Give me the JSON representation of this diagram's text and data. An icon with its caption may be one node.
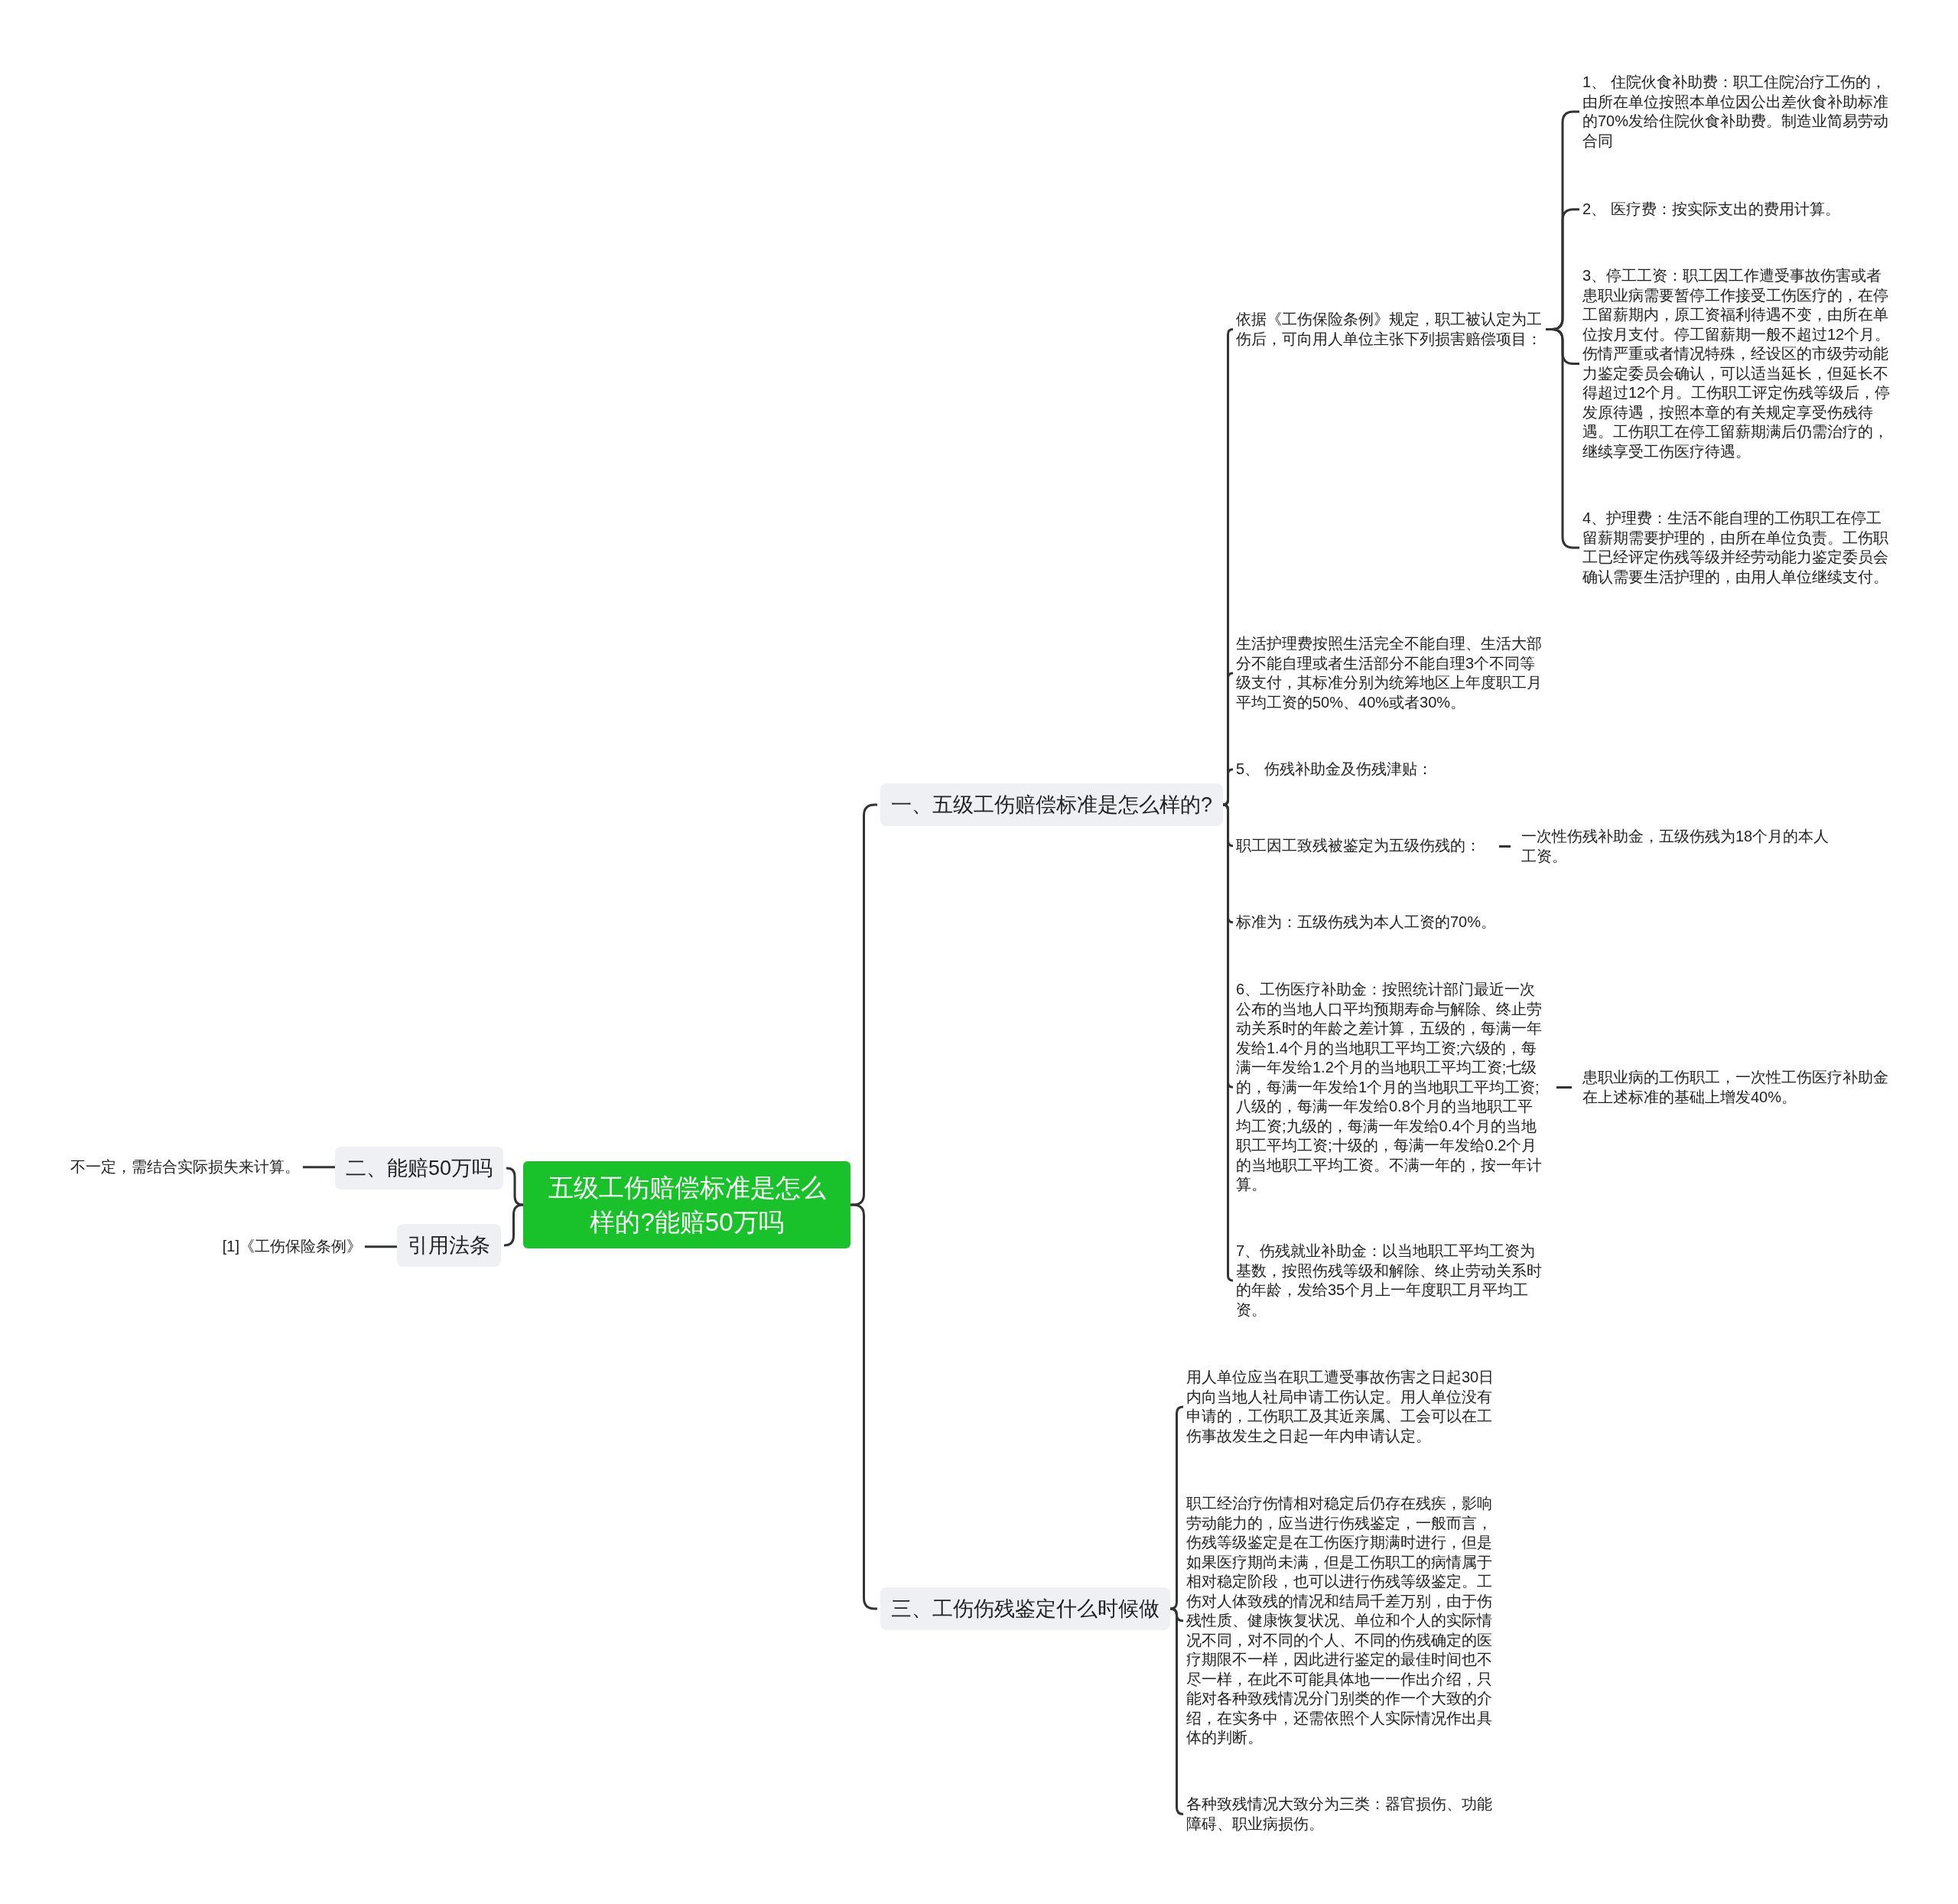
{
  "diagram": {
    "nodes": [
      {
        "text": [
          "五级工伤赔偿标准是怎么样的?能赔50万吗"
        ]
      },
      {
        "text": [
          "一、五级工伤赔偿标准是怎么样的?"
        ]
      },
      {
        "text": [
          "依据《工伤保险条例》规定，职工被认定为工伤后，可向用人单位主张下列损害赔偿项目："
        ]
      },
      {
        "text": [
          "1、 住院伙食补助费：职工住院治疗工伤的，由所在单位按照本单位因公出差伙食补助标准的70%发给住院伙食补助费。制造业简易劳动合同"
        ]
      },
      {
        "text": [
          "2、 医疗费：按实际支出的费用计算。"
        ]
      },
      {
        "text": [
          "3、停工工资：职工因工作遭受事故伤害或者患职业病需要暂停工作接受工伤医疗的，在停工留薪期内，原工资福利待遇不变，由所在单位按月支付。停工留薪期一般不超过12个月。伤情严重或者情况特殊，经设区的市级劳动能力鉴定委员会确认，可以适当延长，但延长不得超过12个月。工伤职工评定伤残等级后，停发原待遇，按照本章的有关规定享受伤残待遇。工伤职工在停工留薪期满后仍需治疗的，继续享受工伤医疗待遇。"
        ]
      },
      {
        "text": [
          "4、护理费：生活不能自理的工伤职工在停工留薪期需要护理的，由所在单位负责。工伤职工已经评定伤残等级并经劳动能力鉴定委员会确认需要生活护理的，由用人单位继续支付。"
        ]
      },
      {
        "text": [
          "生活护理费按照生活完全不能自理、生活大部分不能自理或者生活部分不能自理3个不同等级支付，其标准分别为统筹地区上年度职工月平均工资的50%、40%或者30%。"
        ]
      },
      {
        "text": [
          "5、 伤残补助金及伤残津贴："
        ]
      },
      {
        "text": [
          "职工因工致残被鉴定为五级伤残的："
        ]
      },
      {
        "text": [
          "一次性伤残补助金，五级伤残为18个月的本人工资。"
        ]
      },
      {
        "text": [
          "标准为：五级伤残为本人工资的70%。"
        ]
      },
      {
        "text": [
          "6、工伤医疗补助金：按照统计部门最近一次公布的当地人口平均预期寿命与解除、终止劳动关系时的年龄之差计算，五级的，每满一年发给1.4个月的当地职工平均工资;六级的，每满一年发给1.2个月的当地职工平均工资;七级的，每满一年发给1个月的当地职工平均工资;八级的，每满一年发给0.8个月的当地职工平均工资;九级的，每满一年发给0.4个月的当地职工平均工资;十级的，每满一年发给0.2个月的当地职工平均工资。不满一年的，按一年计算。"
        ]
      },
      {
        "text": [
          "患职业病的工伤职工，一次性工伤医疗补助金在上述标准的基础上增发40%。"
        ]
      },
      {
        "text": [
          "7、伤残就业补助金：以当地职工平均工资为基数，按照伤残等级和解除、终止劳动关系时的年龄，发给35个月上一年度职工月平均工资。"
        ]
      },
      {
        "text": [
          "三、工伤伤残鉴定什么时候做"
        ]
      },
      {
        "text": [
          "用人单位应当在职工遭受事故伤害之日起30日内向当地人社局申请工伤认定。用人单位没有申请的，工伤职工及其近亲属、工会可以在工伤事故发生之日起一年内申请认定。"
        ]
      },
      {
        "text": [
          "职工经治疗伤情相对稳定后仍存在残疾，影响劳动能力的，应当进行伤残鉴定，一般而言，伤残等级鉴定是在工伤医疗期满时进行，但是如果医疗期尚未满，但是工伤职工的病情属于相对稳定阶段，也可以进行伤残等级鉴定。工伤对人体致残的情况和结局千差万别，由于伤残性质、健康恢复状况、单位和个人的实际情况不同，对不同的个人、不同的伤残确定的医疗期限不一样，因此进行鉴定的最佳时间也不尽一样，在此不可能具体地一一作出介绍，只能对各种致残情况分门别类的作一个大致的介绍，在实务中，还需依照个人实际情况作出具体的判断。"
        ]
      },
      {
        "text": [
          "各种致残情况大致分为三类：器官损伤、功能障碍、职业病损伤。"
        ]
      },
      {
        "text": [
          "二、能赔50万吗"
        ]
      },
      {
        "text": [
          "不一定，需结合实际损失来计算。"
        ]
      },
      {
        "text": [
          "引用法条"
        ]
      },
      {
        "text": [
          "[1]《工伤保险条例》"
        ]
      }
    ],
    "edges": [
      {
        "from": 0,
        "to": 1,
        "arrow": "none"
      },
      {
        "from": 1,
        "to": 2,
        "arrow": "none"
      },
      {
        "from": 2,
        "to": 3,
        "arrow": "none"
      },
      {
        "from": 2,
        "to": 4,
        "arrow": "none"
      },
      {
        "from": 2,
        "to": 5,
        "arrow": "none"
      },
      {
        "from": 2,
        "to": 6,
        "arrow": "none"
      },
      {
        "from": 1,
        "to": 7,
        "arrow": "none"
      },
      {
        "from": 1,
        "to": 8,
        "arrow": "none"
      },
      {
        "from": 1,
        "to": 9,
        "arrow": "none"
      },
      {
        "from": 9,
        "to": 10,
        "arrow": "none"
      },
      {
        "from": 1,
        "to": 11,
        "arrow": "none"
      },
      {
        "from": 1,
        "to": 12,
        "arrow": "none"
      },
      {
        "from": 12,
        "to": 13,
        "arrow": "none"
      },
      {
        "from": 1,
        "to": 14,
        "arrow": "none"
      },
      {
        "from": 0,
        "to": 15,
        "arrow": "none"
      },
      {
        "from": 15,
        "to": 16,
        "arrow": "none"
      },
      {
        "from": 15,
        "to": 17,
        "arrow": "none"
      },
      {
        "from": 15,
        "to": 18,
        "arrow": "none"
      },
      {
        "from": 0,
        "to": 19,
        "arrow": "none"
      },
      {
        "from": 19,
        "to": 20,
        "arrow": "none"
      },
      {
        "from": 0,
        "to": 21,
        "arrow": "none"
      },
      {
        "from": 21,
        "to": 22,
        "arrow": "none"
      }
    ]
  }
}
